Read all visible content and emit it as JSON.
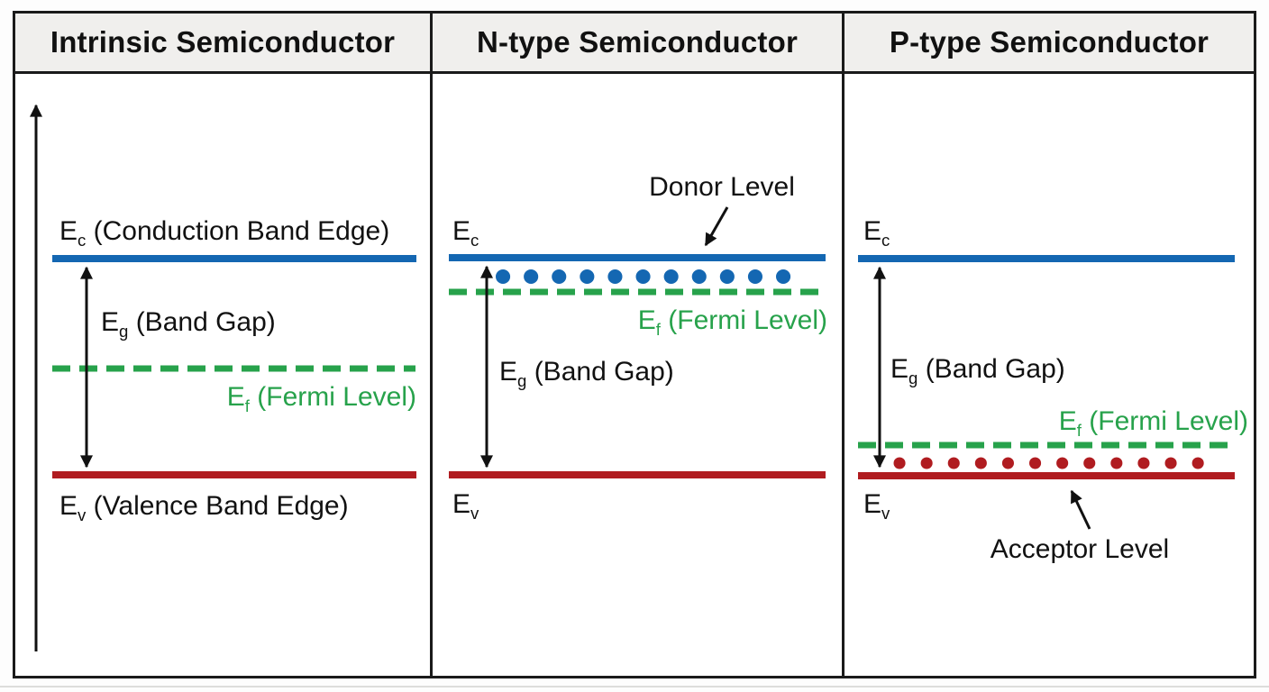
{
  "colors": {
    "band-blue": "#1467b2",
    "fermi-green": "#27a24b",
    "band-red": "#b01c20",
    "header-bg": "#f0efed",
    "border": "#1a1a1a"
  },
  "panels": {
    "intrinsic": {
      "title": "Intrinsic Semiconductor",
      "ec": {
        "sym": "E",
        "sub": "c",
        "rest": " (Conduction Band Edge)"
      },
      "eg": {
        "sym": "E",
        "sub": "g",
        "rest": " (Band Gap)"
      },
      "ef": {
        "sym": "E",
        "sub": "f",
        "rest": " (Fermi Level)"
      },
      "ev": {
        "sym": "E",
        "sub": "v",
        "rest": " (Valence Band Edge)"
      }
    },
    "ntype": {
      "title": "N-type Semiconductor",
      "donor_label": "Donor Level",
      "ec": {
        "sym": "E",
        "sub": "c",
        "rest": ""
      },
      "eg": {
        "sym": "E",
        "sub": "g",
        "rest": " (Band Gap)"
      },
      "ef": {
        "sym": "E",
        "sub": "f",
        "rest": " (Fermi Level)"
      },
      "ev": {
        "sym": "E",
        "sub": "v",
        "rest": ""
      }
    },
    "ptype": {
      "title": "P-type Semiconductor",
      "acceptor_label": "Acceptor Level",
      "ec": {
        "sym": "E",
        "sub": "c",
        "rest": ""
      },
      "eg": {
        "sym": "E",
        "sub": "g",
        "rest": " (Band Gap)"
      },
      "ef": {
        "sym": "E",
        "sub": "f",
        "rest": " (Fermi Level)"
      },
      "ev": {
        "sym": "E",
        "sub": "v",
        "rest": ""
      }
    }
  }
}
